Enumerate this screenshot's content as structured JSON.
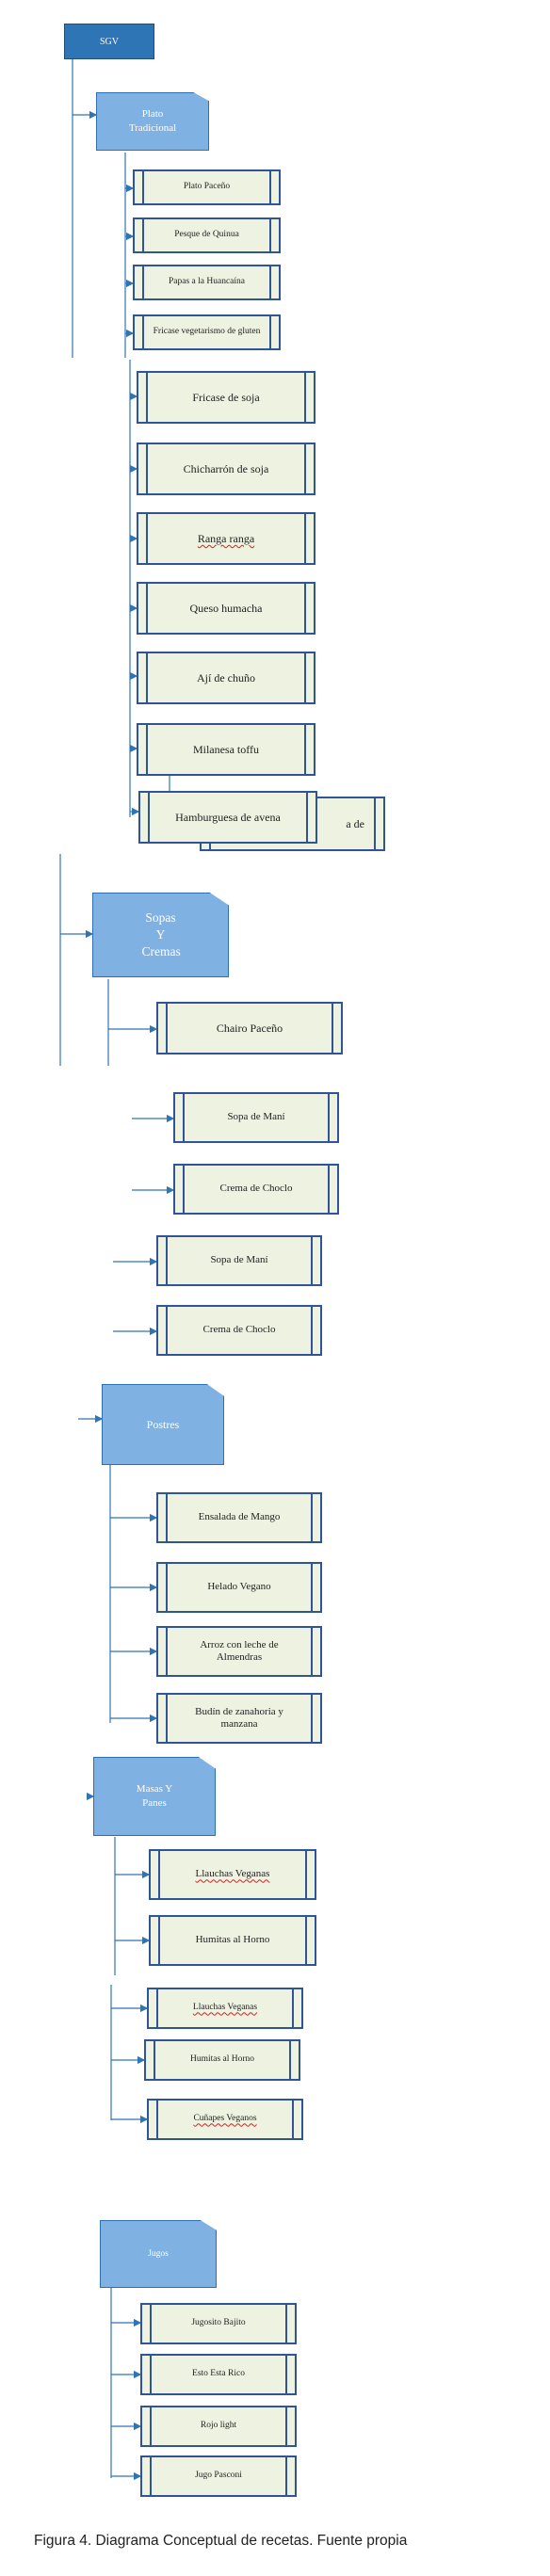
{
  "root": "SGV",
  "groups": [
    {
      "name": "Plato Tradicional",
      "items": [
        "Plato Paceño",
        "Pesque de Quinua",
        "Papas a la Huancaína",
        "Fricase vegetarismo de gluten",
        "Fricase de soja",
        "Chicharrón de soja",
        "Ranga ranga",
        "Queso humacha",
        "Ají de chuño",
        "Milanesa toffu",
        "Hamburguesa de avena"
      ],
      "hidden_fragment": "a de"
    },
    {
      "name": "Sopas Y Cremas",
      "items": [
        "Chairo Paceño",
        "Sopa de Maní",
        "Crema de Choclo",
        "Sopa de Maní",
        "Crema de Choclo"
      ]
    },
    {
      "name": "Postres",
      "items": [
        "Ensalada de Mango",
        "Helado Vegano",
        "Arroz con leche de Almendras",
        "Budín de zanahoria y manzana"
      ]
    },
    {
      "name": "Masas Y Panes",
      "items": [
        "Llauchas Veganas",
        "Humitas al Horno",
        "Llauchas Veganas",
        "Humitas al Horno",
        "Cuñapes Veganos"
      ]
    },
    {
      "name": "Jugos",
      "items": [
        "Jugosito Bajito",
        "Esto Esta Rico",
        "Rojo light",
        "Jugo Pasconi"
      ]
    }
  ],
  "caption": "Figura 4. Diagrama Conceptual de recetas. Fuente propia",
  "colors": {
    "root_fill": "#2e75b6",
    "category_fill": "#7fb1e3",
    "item_fill": "#eef2e1",
    "border": "#2f5597",
    "line": "#2e75b6"
  }
}
